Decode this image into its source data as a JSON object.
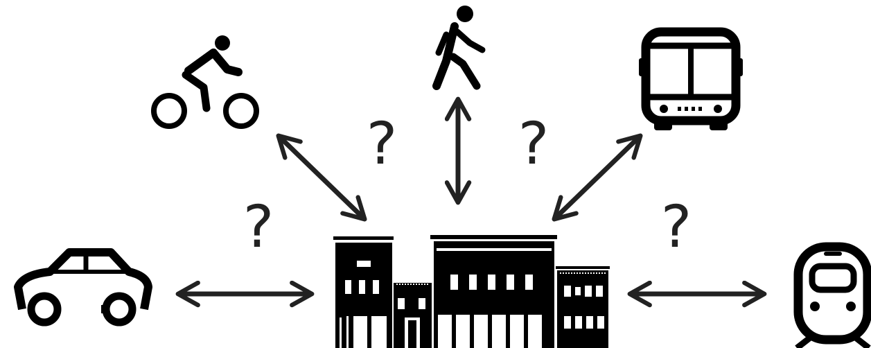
{
  "diagram": {
    "hub": {
      "icon": "storefront-buildings-icon"
    },
    "modes": [
      {
        "key": "bicycle",
        "icon": "bicycle-icon"
      },
      {
        "key": "walking",
        "icon": "pedestrian-walking-icon"
      },
      {
        "key": "bus",
        "icon": "bus-icon"
      },
      {
        "key": "car",
        "icon": "car-icon"
      },
      {
        "key": "train",
        "icon": "train-icon"
      }
    ],
    "question_marks": [
      "?",
      "?",
      "?",
      "?"
    ],
    "colors": {
      "ink": "#000000",
      "arrow": "#222222",
      "background": "#ffffff"
    }
  }
}
